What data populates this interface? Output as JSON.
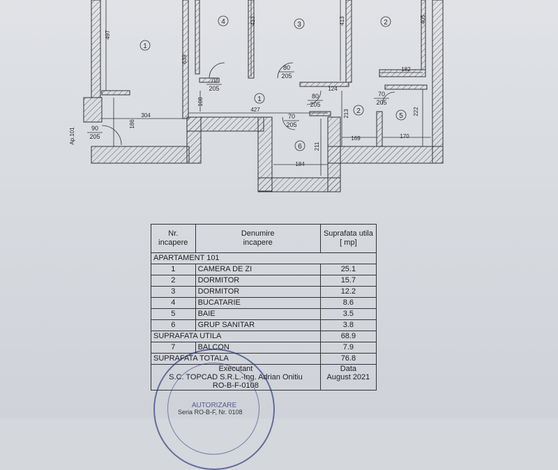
{
  "plan": {
    "rooms": {
      "r1_big": "1",
      "r4": "4",
      "r3": "3",
      "r2_top": "2",
      "r1_hall": "1",
      "r2_small": "2",
      "r5": "5",
      "r6": "6"
    },
    "dims": {
      "d497": "497",
      "d639": "639",
      "d413a": "413",
      "d413b": "413",
      "d405": "405",
      "d182": "182",
      "d124": "124",
      "d108": "108",
      "d304": "304",
      "d427": "427",
      "d186": "186",
      "d213": "213",
      "d222": "222",
      "d169": "169",
      "d170": "170",
      "d211": "211",
      "d184": "184"
    },
    "doors": {
      "door_70_205_a": [
        "70",
        "205"
      ],
      "door_80_205_a": [
        "80",
        "205"
      ],
      "door_80_205_b": [
        "80",
        "205"
      ],
      "door_70_205_b": [
        "70",
        "205"
      ],
      "door_70_205_c": [
        "70",
        "205"
      ],
      "door_90_205": [
        "90",
        "205"
      ]
    },
    "apartment_label": "Ap.101"
  },
  "table": {
    "headers": {
      "nr": "Nr.\nincapere",
      "name": "Denumire\nincapere",
      "area": "Suprafata utila\n[ mp]"
    },
    "apartment": "APARTAMENT 101",
    "rows": [
      {
        "nr": "1",
        "name": "CAMERA DE ZI",
        "area": "25.1"
      },
      {
        "nr": "2",
        "name": "DORMITOR",
        "area": "15.7"
      },
      {
        "nr": "3",
        "name": "DORMITOR",
        "area": "12.2"
      },
      {
        "nr": "4",
        "name": "BUCATARIE",
        "area": "8.6"
      },
      {
        "nr": "5",
        "name": "BAIE",
        "area": "3.5"
      },
      {
        "nr": "6",
        "name": "GRUP SANITAR",
        "area": "3.8"
      }
    ],
    "suprafata_utila": {
      "label": "SUPRAFATA UTILA",
      "value": "68.9"
    },
    "balcon": {
      "nr": "7",
      "name": "BALCON",
      "area": "7.9"
    },
    "suprafata_totala": {
      "label": "SUPRAFATA TOTALA",
      "value": "76.8"
    },
    "executant": {
      "label": "Executant",
      "company": "S.C. TOPCAD S.R.L.-Ing. Adrian Onitiu",
      "code": "RO-B-F-0108"
    },
    "data": {
      "label": "Data",
      "value": "August 2021"
    }
  },
  "stamp": {
    "text": "AUTORIZARE",
    "seria": "Seria RO-B-F, Nr. 0108"
  }
}
